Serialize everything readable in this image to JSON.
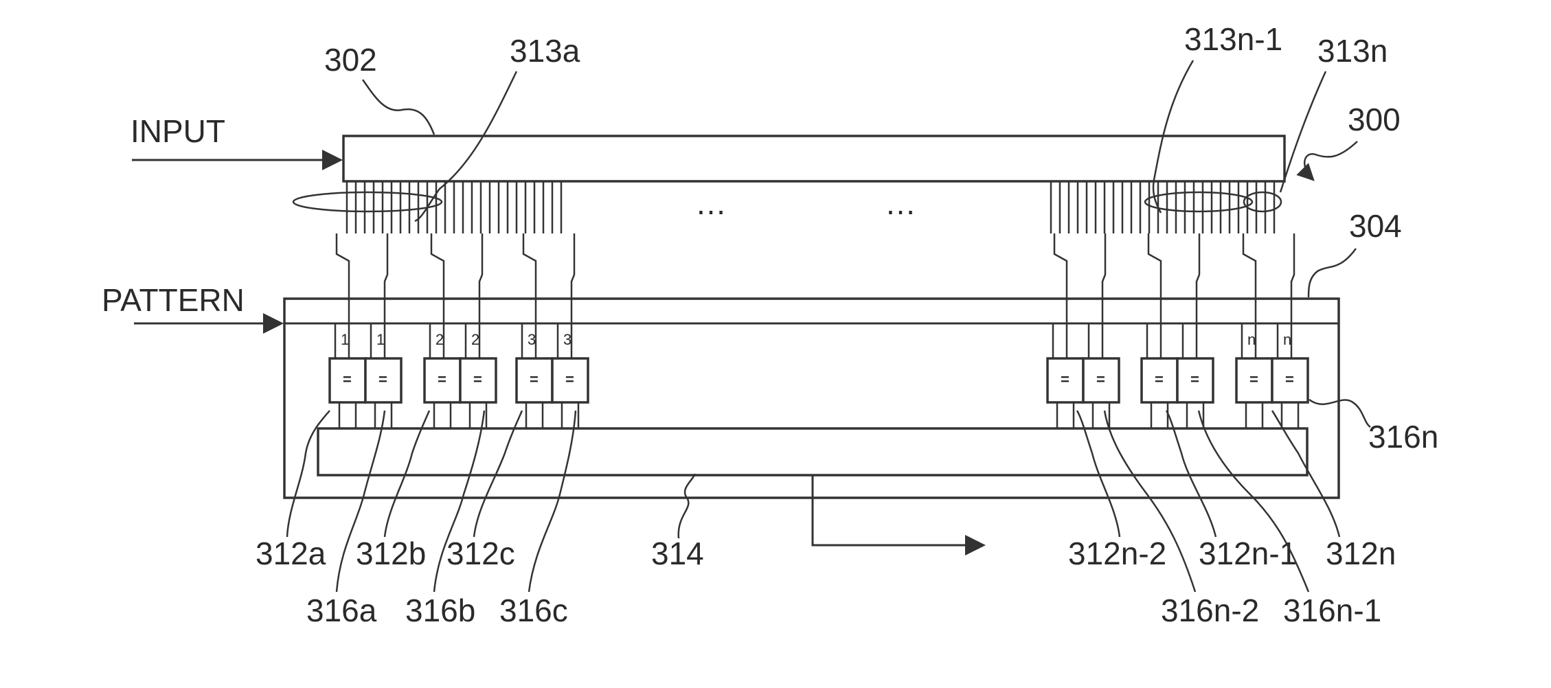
{
  "diagram": {
    "labels": {
      "input": "INPUT",
      "pattern": "PATTERN",
      "ref_300": "300",
      "ref_302": "302",
      "ref_304": "304",
      "ref_313a": "313a",
      "ref_313n_1": "313n-1",
      "ref_313n": "313n",
      "ref_314": "314",
      "ref_316n": "316n",
      "ellipsis": "…"
    },
    "bottom_labels": {
      "row1_left": [
        "312a",
        "312b",
        "312c"
      ],
      "row2_left": [
        "316a",
        "316b",
        "316c"
      ],
      "row1_right": [
        "312n-2",
        "312n-1",
        "312n"
      ],
      "row2_right": [
        "316n-2",
        "316n-1"
      ]
    },
    "comparators": [
      {
        "index_label": "1",
        "symbol": "="
      },
      {
        "index_label": "1",
        "symbol": "="
      },
      {
        "index_label": "2",
        "symbol": "="
      },
      {
        "index_label": "2",
        "symbol": "="
      },
      {
        "index_label": "3",
        "symbol": "="
      },
      {
        "index_label": "3",
        "symbol": "="
      },
      {
        "index_label": "",
        "symbol": "="
      },
      {
        "index_label": "",
        "symbol": "="
      },
      {
        "index_label": "",
        "symbol": "="
      },
      {
        "index_label": "",
        "symbol": "="
      },
      {
        "index_label": "n",
        "symbol": "="
      },
      {
        "index_label": "n",
        "symbol": "="
      }
    ]
  }
}
